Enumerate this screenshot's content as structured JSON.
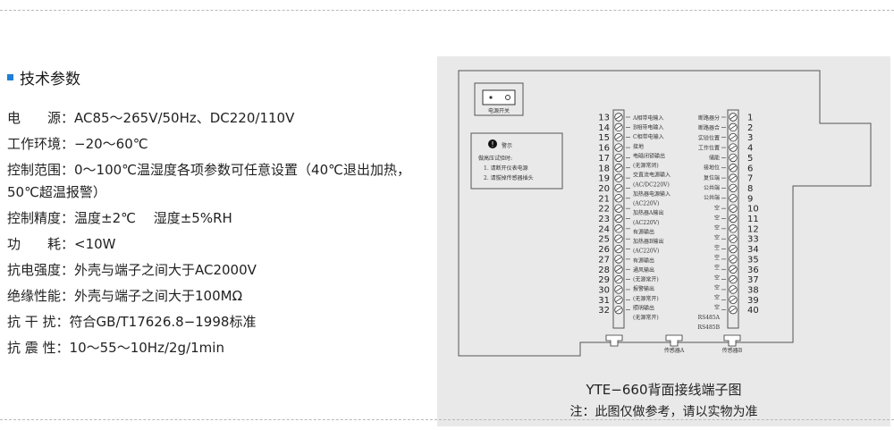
{
  "section": {
    "title": "技术参数"
  },
  "params": [
    "电　　源：AC85～265V/50Hz、DC220/110V",
    "工作环境：−20～60℃",
    "控制范围：0～100℃温湿度各项参数可任意设置（40℃退出加热，50℃超温报警）",
    "控制精度：温度±2℃　 湿度±5%RH",
    "功　　耗：<10W",
    "抗电强度：外壳与端子之间大于AC2000V",
    "绝缘性能：外壳与端子之间大于100MΩ",
    "抗 干 扰：符合GB/T17626.8−1998标准",
    "抗 震 性：10～55～10Hz/2g/1min"
  ],
  "diagram": {
    "power_switch": "电源开关",
    "warning": {
      "title": "警示",
      "text": "做高压试验时:",
      "item1": "1. 请断开仪表电源",
      "item2": "2. 请拔掉传感器插头"
    },
    "left_numbers": [
      "13",
      "14",
      "15",
      "16",
      "17",
      "18",
      "19",
      "20",
      "21",
      "22",
      "23",
      "24",
      "25",
      "26",
      "27",
      "28",
      "29",
      "30",
      "31",
      "32"
    ],
    "left_labels": [
      "A相带电输入",
      "B相带电输入",
      "C相带电输入",
      "接地",
      "电磁闭锁输出",
      "(无源常闭)",
      "交直流电源输入",
      "(AC/DC220V)",
      "加热器电源输入",
      "(AC220V)",
      "加热器A输出",
      "(AC220V)",
      "有源输出",
      "加热器B输出",
      "(AC220V)",
      "有源输出",
      "通风输出",
      "(无源常开)",
      "报警输出",
      "(无源常开)",
      "照明输出",
      "(无源常开)"
    ],
    "right_numbers": [
      "1",
      "2",
      "3",
      "4",
      "5",
      "6",
      "7",
      "8",
      "9",
      "10",
      "11",
      "12",
      "33",
      "34",
      "35",
      "36",
      "37",
      "38",
      "39",
      "40"
    ],
    "right_labels": [
      "断路器分",
      "断路器合",
      "实验位置",
      "工作位置",
      "储能",
      "接地位",
      "复位端",
      "公共端",
      "公共端",
      "空",
      "空",
      "空",
      "空",
      "空",
      "空",
      "空",
      "空",
      "空",
      "空",
      "空",
      "RS485A",
      "RS485B"
    ],
    "connector_labels": [
      "传感器A",
      "传感器B"
    ]
  },
  "caption": {
    "title": "YTE−660背面接线端子图",
    "note": "注：此图仅做参考，请以实物为准"
  }
}
